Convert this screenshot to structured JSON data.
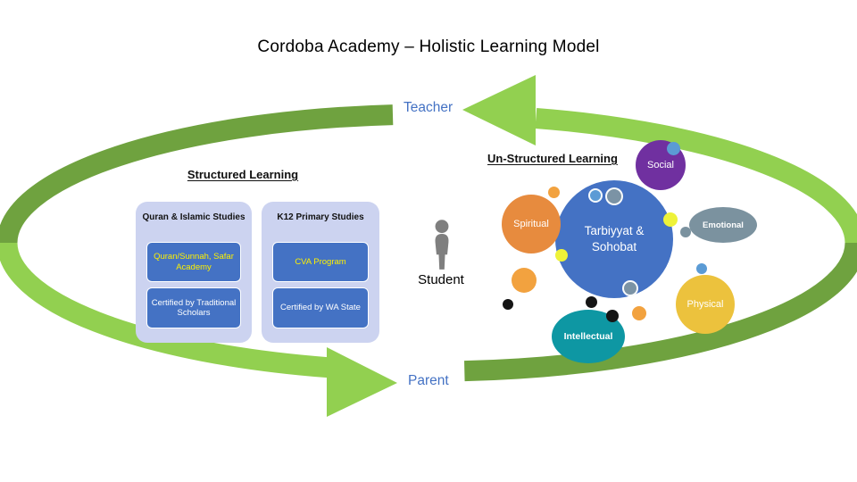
{
  "title": "Cordoba Academy – Holistic Learning Model",
  "cycle": {
    "teacher_label": "Teacher",
    "parent_label": "Parent"
  },
  "student_label": "Student",
  "structured": {
    "heading": "Structured Learning",
    "columns": [
      {
        "header": "Quran & Islamic Studies",
        "boxes": [
          {
            "text": "Quran/Sunnah, Safar Academy"
          },
          {
            "text": "Certified by Traditional Scholars"
          }
        ]
      },
      {
        "header": "K12 Primary Studies",
        "boxes": [
          {
            "text": "CVA Program"
          },
          {
            "text": "Certified by WA State"
          }
        ]
      }
    ]
  },
  "unstructured": {
    "heading": "Un-Structured Learning",
    "center_bubble": "Tarbiyyat & Sohobat",
    "bubbles": {
      "spiritual": "Spiritual",
      "social": "Social",
      "emotional": "Emotional",
      "physical": "Physical",
      "intellectual": "Intellectual"
    }
  },
  "colors": {
    "arrow_light_green": "#92d050",
    "arrow_dark_green": "#6fa23f",
    "primary_blue": "#4472c4",
    "container_lavender": "#ccd3f0",
    "highlight_yellow_text": "#fdf000",
    "social_purple": "#7030a0",
    "spiritual_orange": "#e78b3e",
    "emotional_slate": "#7b929f",
    "physical_yellow": "#ecc23d",
    "intellectual_teal": "#0e97a3",
    "small_dot_blue": "#5b9bd5",
    "small_dot_yellow": "#eef239",
    "small_dot_orange": "#f2a23f",
    "label_blue": "#4472c4"
  }
}
